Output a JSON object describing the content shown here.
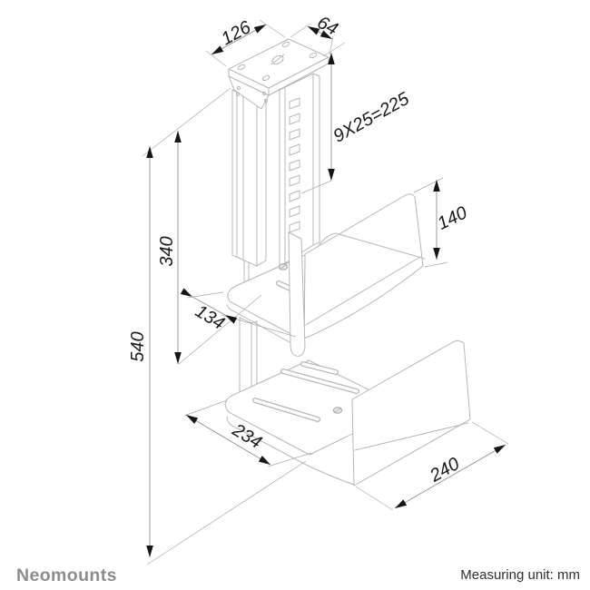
{
  "dims": {
    "d126": {
      "label": "126"
    },
    "d64": {
      "label": "64"
    },
    "d9x25": {
      "label": "9X25=225"
    },
    "d140": {
      "label": "140"
    },
    "d340": {
      "label": "340"
    },
    "d134": {
      "label": "134"
    },
    "d540": {
      "label": "540"
    },
    "d234": {
      "label": "234"
    },
    "d240": {
      "label": "240"
    }
  },
  "footer": {
    "brand": "Neomounts",
    "unit_note": "Measuring unit: mm"
  },
  "colors": {
    "drawing_outline": "#b3b7ba",
    "dimension_line": "#8f8f8f",
    "arrow_and_text": "#161616",
    "brand_text": "#8d8d8d",
    "background": "#ffffff"
  }
}
